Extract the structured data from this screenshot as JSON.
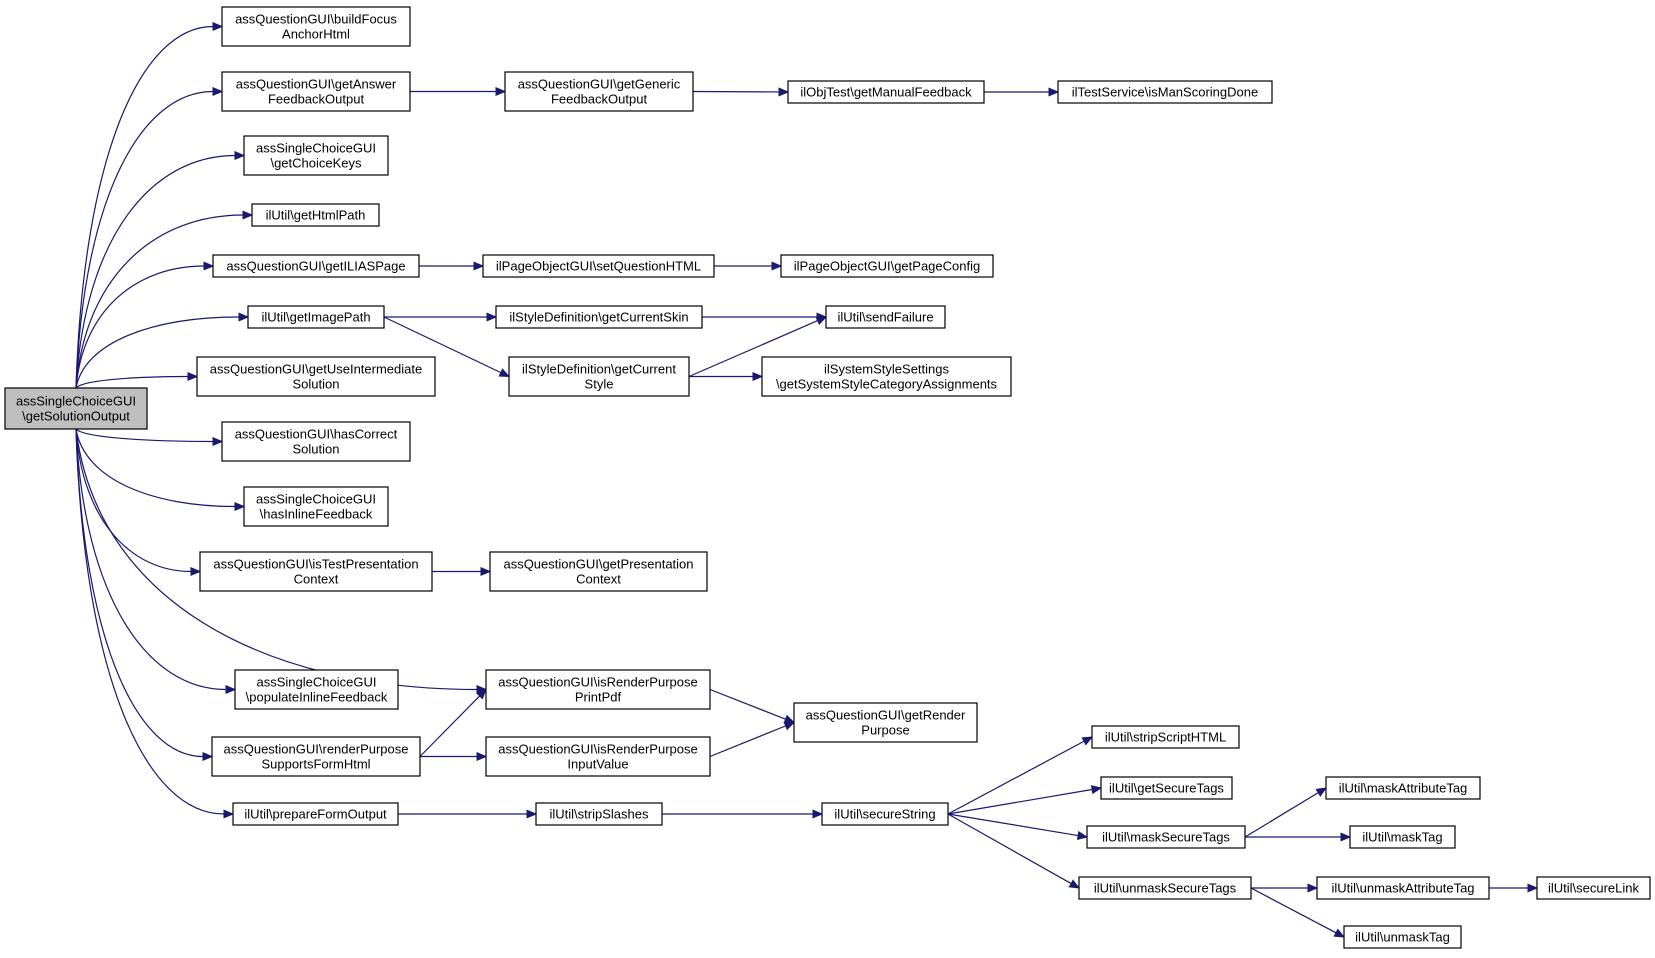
{
  "colors": {
    "edge": "#191970",
    "root_fill": "#bfbfbf",
    "node_fill": "#ffffff",
    "node_border": "#000000"
  },
  "nodes": [
    {
      "id": "root",
      "lines": [
        "assSingleChoiceGUI",
        "\\getSolutionOutput"
      ],
      "root": true
    },
    {
      "id": "buildFocus",
      "lines": [
        "assQuestionGUI\\buildFocus",
        "AnchorHtml"
      ]
    },
    {
      "id": "getAnswerFeedback",
      "lines": [
        "assQuestionGUI\\getAnswer",
        "FeedbackOutput"
      ]
    },
    {
      "id": "getGenericFeedback",
      "lines": [
        "assQuestionGUI\\getGeneric",
        "FeedbackOutput"
      ]
    },
    {
      "id": "getManualFeedback",
      "lines": [
        "ilObjTest\\getManualFeedback"
      ]
    },
    {
      "id": "isManScoringDone",
      "lines": [
        "ilTestService\\isManScoringDone"
      ]
    },
    {
      "id": "getChoiceKeys",
      "lines": [
        "assSingleChoiceGUI",
        "\\getChoiceKeys"
      ]
    },
    {
      "id": "getHtmlPath",
      "lines": [
        "ilUtil\\getHtmlPath"
      ]
    },
    {
      "id": "getILIASPage",
      "lines": [
        "assQuestionGUI\\getILIASPage"
      ]
    },
    {
      "id": "setQuestionHTML",
      "lines": [
        "ilPageObjectGUI\\setQuestionHTML"
      ]
    },
    {
      "id": "getPageConfig",
      "lines": [
        "ilPageObjectGUI\\getPageConfig"
      ]
    },
    {
      "id": "getImagePath",
      "lines": [
        "ilUtil\\getImagePath"
      ]
    },
    {
      "id": "getCurrentSkin",
      "lines": [
        "ilStyleDefinition\\getCurrentSkin"
      ]
    },
    {
      "id": "sendFailure",
      "lines": [
        "ilUtil\\sendFailure"
      ]
    },
    {
      "id": "getCurrentStyle",
      "lines": [
        "ilStyleDefinition\\getCurrent",
        "Style"
      ]
    },
    {
      "id": "getSystemStyleCat",
      "lines": [
        "ilSystemStyleSettings",
        "\\getSystemStyleCategoryAssignments"
      ]
    },
    {
      "id": "getUseIntermediate",
      "lines": [
        "assQuestionGUI\\getUseIntermediate",
        "Solution"
      ]
    },
    {
      "id": "hasCorrectSolution",
      "lines": [
        "assQuestionGUI\\hasCorrect",
        "Solution"
      ]
    },
    {
      "id": "hasInlineFeedback",
      "lines": [
        "assSingleChoiceGUI",
        "\\hasInlineFeedback"
      ]
    },
    {
      "id": "isTestPresentation",
      "lines": [
        "assQuestionGUI\\isTestPresentation",
        "Context"
      ]
    },
    {
      "id": "getPresentationContext",
      "lines": [
        "assQuestionGUI\\getPresentation",
        "Context"
      ]
    },
    {
      "id": "populateInlineFeedback",
      "lines": [
        "assSingleChoiceGUI",
        "\\populateInlineFeedback"
      ]
    },
    {
      "id": "isRenderPrintPdf",
      "lines": [
        "assQuestionGUI\\isRenderPurpose",
        "PrintPdf"
      ]
    },
    {
      "id": "getRenderPurpose",
      "lines": [
        "assQuestionGUI\\getRender",
        "Purpose"
      ]
    },
    {
      "id": "renderPurposeSupports",
      "lines": [
        "assQuestionGUI\\renderPurpose",
        "SupportsFormHtml"
      ]
    },
    {
      "id": "isRenderInputValue",
      "lines": [
        "assQuestionGUI\\isRenderPurpose",
        "InputValue"
      ]
    },
    {
      "id": "prepareFormOutput",
      "lines": [
        "ilUtil\\prepareFormOutput"
      ]
    },
    {
      "id": "stripSlashes",
      "lines": [
        "ilUtil\\stripSlashes"
      ]
    },
    {
      "id": "secureString",
      "lines": [
        "ilUtil\\secureString"
      ]
    },
    {
      "id": "stripScriptHTML",
      "lines": [
        "ilUtil\\stripScriptHTML"
      ]
    },
    {
      "id": "getSecureTags",
      "lines": [
        "ilUtil\\getSecureTags"
      ]
    },
    {
      "id": "maskSecureTags",
      "lines": [
        "ilUtil\\maskSecureTags"
      ]
    },
    {
      "id": "maskAttributeTag",
      "lines": [
        "ilUtil\\maskAttributeTag"
      ]
    },
    {
      "id": "maskTag",
      "lines": [
        "ilUtil\\maskTag"
      ]
    },
    {
      "id": "unmaskSecureTags",
      "lines": [
        "ilUtil\\unmaskSecureTags"
      ]
    },
    {
      "id": "unmaskAttributeTag",
      "lines": [
        "ilUtil\\unmaskAttributeTag"
      ]
    },
    {
      "id": "secureLink",
      "lines": [
        "ilUtil\\secureLink"
      ]
    },
    {
      "id": "unmaskTag",
      "lines": [
        "ilUtil\\unmaskTag"
      ]
    }
  ],
  "edges": [
    {
      "from": "root",
      "to": "buildFocus"
    },
    {
      "from": "root",
      "to": "getAnswerFeedback"
    },
    {
      "from": "root",
      "to": "getChoiceKeys"
    },
    {
      "from": "root",
      "to": "getHtmlPath"
    },
    {
      "from": "root",
      "to": "getILIASPage"
    },
    {
      "from": "root",
      "to": "getImagePath"
    },
    {
      "from": "root",
      "to": "getUseIntermediate"
    },
    {
      "from": "root",
      "to": "hasCorrectSolution"
    },
    {
      "from": "root",
      "to": "hasInlineFeedback"
    },
    {
      "from": "root",
      "to": "isTestPresentation"
    },
    {
      "from": "root",
      "to": "isRenderPrintPdf"
    },
    {
      "from": "root",
      "to": "populateInlineFeedback"
    },
    {
      "from": "root",
      "to": "renderPurposeSupports"
    },
    {
      "from": "root",
      "to": "prepareFormOutput"
    },
    {
      "from": "getAnswerFeedback",
      "to": "getGenericFeedback"
    },
    {
      "from": "getGenericFeedback",
      "to": "getManualFeedback"
    },
    {
      "from": "getManualFeedback",
      "to": "isManScoringDone"
    },
    {
      "from": "getILIASPage",
      "to": "setQuestionHTML"
    },
    {
      "from": "setQuestionHTML",
      "to": "getPageConfig"
    },
    {
      "from": "getImagePath",
      "to": "getCurrentSkin"
    },
    {
      "from": "getImagePath",
      "to": "getCurrentStyle"
    },
    {
      "from": "getCurrentSkin",
      "to": "sendFailure"
    },
    {
      "from": "getCurrentStyle",
      "to": "sendFailure"
    },
    {
      "from": "getCurrentStyle",
      "to": "getSystemStyleCat"
    },
    {
      "from": "isTestPresentation",
      "to": "getPresentationContext"
    },
    {
      "from": "isRenderPrintPdf",
      "to": "getRenderPurpose"
    },
    {
      "from": "renderPurposeSupports",
      "to": "isRenderPrintPdf"
    },
    {
      "from": "renderPurposeSupports",
      "to": "isRenderInputValue"
    },
    {
      "from": "isRenderInputValue",
      "to": "getRenderPurpose"
    },
    {
      "from": "prepareFormOutput",
      "to": "stripSlashes"
    },
    {
      "from": "stripSlashes",
      "to": "secureString"
    },
    {
      "from": "secureString",
      "to": "stripScriptHTML"
    },
    {
      "from": "secureString",
      "to": "getSecureTags"
    },
    {
      "from": "secureString",
      "to": "maskSecureTags"
    },
    {
      "from": "secureString",
      "to": "unmaskSecureTags"
    },
    {
      "from": "maskSecureTags",
      "to": "maskAttributeTag"
    },
    {
      "from": "maskSecureTags",
      "to": "maskTag"
    },
    {
      "from": "unmaskSecureTags",
      "to": "unmaskAttributeTag"
    },
    {
      "from": "unmaskSecureTags",
      "to": "unmaskTag"
    },
    {
      "from": "unmaskAttributeTag",
      "to": "secureLink"
    }
  ]
}
